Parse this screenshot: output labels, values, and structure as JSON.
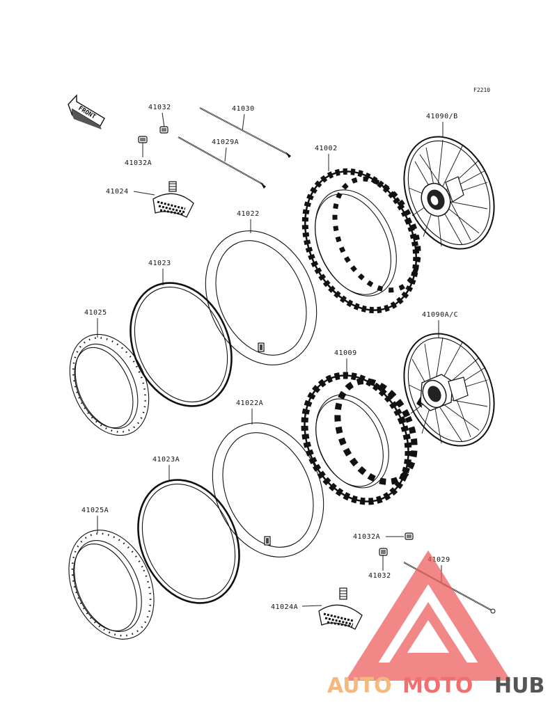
{
  "diagram_code": "F2210",
  "front_label": "FRONT",
  "parts": {
    "p41032_top": "41032",
    "p41032a_top": "41032A",
    "p41030": "41030",
    "p41029a": "41029A",
    "p41024": "41024",
    "p41002": "41002",
    "p41090b": "41090/B",
    "p41022": "41022",
    "p41023": "41023",
    "p41025": "41025",
    "p41090ac": "41090A/C",
    "p41009": "41009",
    "p41022a": "41022A",
    "p41023a": "41023A",
    "p41025a": "41025A",
    "p41032a_bottom": "41032A",
    "p41032_bottom": "41032",
    "p41029": "41029",
    "p41024a": "41024A"
  },
  "watermark": {
    "part1": "AUTO",
    "part2": "MOTO",
    "part3": "HUB",
    "color_auto": "#f5b97e",
    "color_moto": "#f26f6f",
    "color_hub": "#555555",
    "logo_color": "#ee5a5a"
  }
}
